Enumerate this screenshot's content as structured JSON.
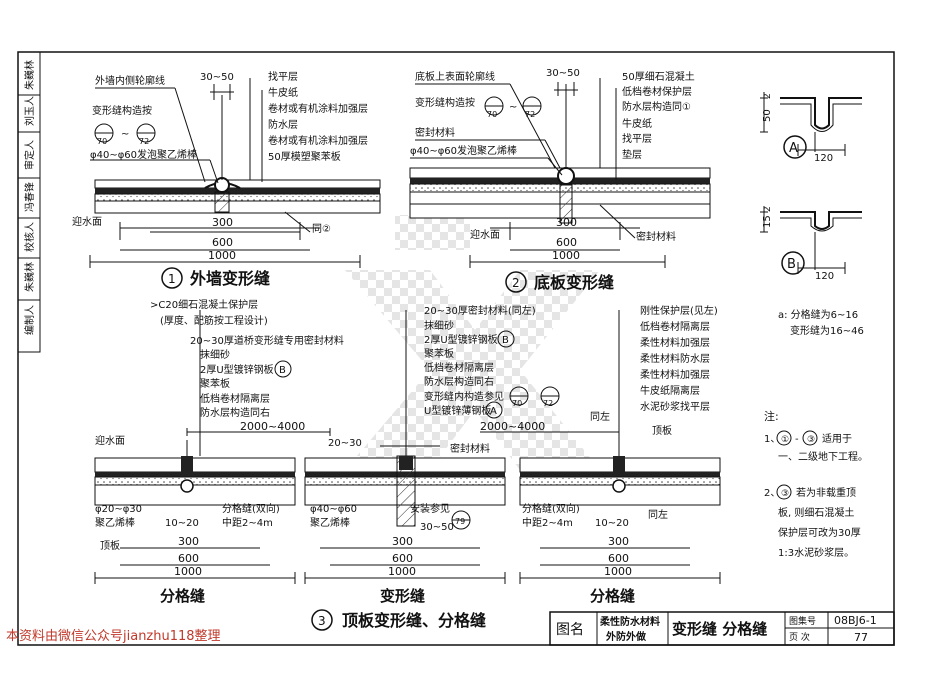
{
  "side_stamp": [
    "编制人",
    "朱巍林",
    "校核人",
    "冯春锋",
    "审定人",
    "刘玉人",
    "朱巍林"
  ],
  "fig1": {
    "title_num": "1",
    "title": "外墙变形缝",
    "dim_top": "30~50",
    "left_labels": [
      "外墙内侧轮廓线",
      "变形缝构造按",
      "φ40~φ60发泡聚乙烯棒"
    ],
    "ref_a": "70",
    "ref_b": "72",
    "ref_dash": "~",
    "right_labels": [
      "找平层",
      "牛皮纸",
      "卷材或有机涂料加强层",
      "防水层",
      "卷材或有机涂料加强层",
      "50厚模塑聚苯板"
    ],
    "water_face": "迎水面",
    "dims": [
      "300",
      "600",
      "1000"
    ],
    "same_note": "同②"
  },
  "fig2": {
    "title_num": "2",
    "title": "底板变形缝",
    "dim_top": "30~50",
    "left_labels": [
      "底板上表面轮廓线",
      "变形缝构造按",
      "密封材料",
      "φ40~φ60发泡聚乙烯棒"
    ],
    "ref_a": "70",
    "ref_b": "72",
    "ref_dash": "~",
    "right_labels": [
      "50厚细石混凝土",
      "低档卷材保护层",
      "防水层构造同①",
      "牛皮纸",
      "找平层",
      "垫层"
    ],
    "water_face": "迎水面",
    "seal": "密封材料",
    "dims": [
      "300",
      "600",
      "1000"
    ]
  },
  "fig3": {
    "title_num": "3",
    "title": "顶板变形缝、分格缝",
    "left_labels": [
      ">C20细石混凝土保护层",
      "(厚度、配筋按工程设计)",
      "20~30厚道桥变形缝专用密封材料",
      "抹细砂",
      "2厚U型镀锌钢板",
      "聚苯板",
      "低档卷材隔离层",
      "防水层构造同右"
    ],
    "mid_labels": [
      "20~30厚密封材料(同左)",
      "抹细砂",
      "2厚U型镀锌钢板",
      "聚苯板",
      "低档卷材隔离层",
      "防水层构造同右",
      "变形缝内构造参见",
      "U型镀锌薄钢板"
    ],
    "right_labels": [
      "刚性保护层(见左)",
      "低档卷材隔离层",
      "柔性材料加强层",
      "柔性材料防水层",
      "柔性材料加强层",
      "牛皮纸隔离层",
      "水泥砂浆找平层",
      "顶板"
    ],
    "circ_b": "B",
    "circ_a": "A",
    "ref_a": "70",
    "ref_b": "72",
    "ref_c": "79",
    "span1": "2000~4000",
    "span2": "2000~4000",
    "water_face": "迎水面",
    "gap_dim": "20~30",
    "seal_mid": "密封材料",
    "same_left": "同左",
    "rod_left": [
      "φ20~φ30",
      "聚乙烯棒"
    ],
    "rod_mid": [
      "φ40~φ60",
      "聚乙烯棒"
    ],
    "grid_note": [
      "分格缝(双向)",
      "中距2~4m"
    ],
    "grid_note_r": [
      "分格缝(双向)",
      "中距2~4m"
    ],
    "inst": "安装参见",
    "w1": "10~20",
    "w2": "30~50",
    "w3": "10~20",
    "same_right": "同左",
    "roof": "顶板",
    "dims": [
      "300",
      "600",
      "1000"
    ],
    "sub_left": "分格缝",
    "sub_mid": "变形缝",
    "sub_right": "分格缝"
  },
  "detailA": {
    "label": "A",
    "dims": [
      "50",
      "2",
      "120"
    ]
  },
  "detailB": {
    "label": "B",
    "dims": [
      "15",
      "2",
      "120"
    ]
  },
  "a_notes": [
    "a: 分格缝为6~16",
    "变形缝为16~46"
  ],
  "notes_title": "注:",
  "notes": [
    [
      "1、",
      "①",
      "-",
      "③",
      "适用于"
    ],
    [
      "一、二级地下工程。"
    ]
  ],
  "note2": [
    "2、",
    "③",
    "若为非载重顶",
    "板, 则细石混凝土",
    "保护层可改为30厚",
    "1:3水泥砂浆层。"
  ],
  "title_block": {
    "name_label": "图名",
    "subtitle1": "柔性防水材料",
    "subtitle2": "外防外做",
    "main": "变形缝  分格缝",
    "atlas_label": "图集号",
    "atlas_value": "08BJ6-1",
    "page_label": "页  次",
    "page_value": "77"
  },
  "footer": "本资料由微信公众号jianzhu118整理"
}
